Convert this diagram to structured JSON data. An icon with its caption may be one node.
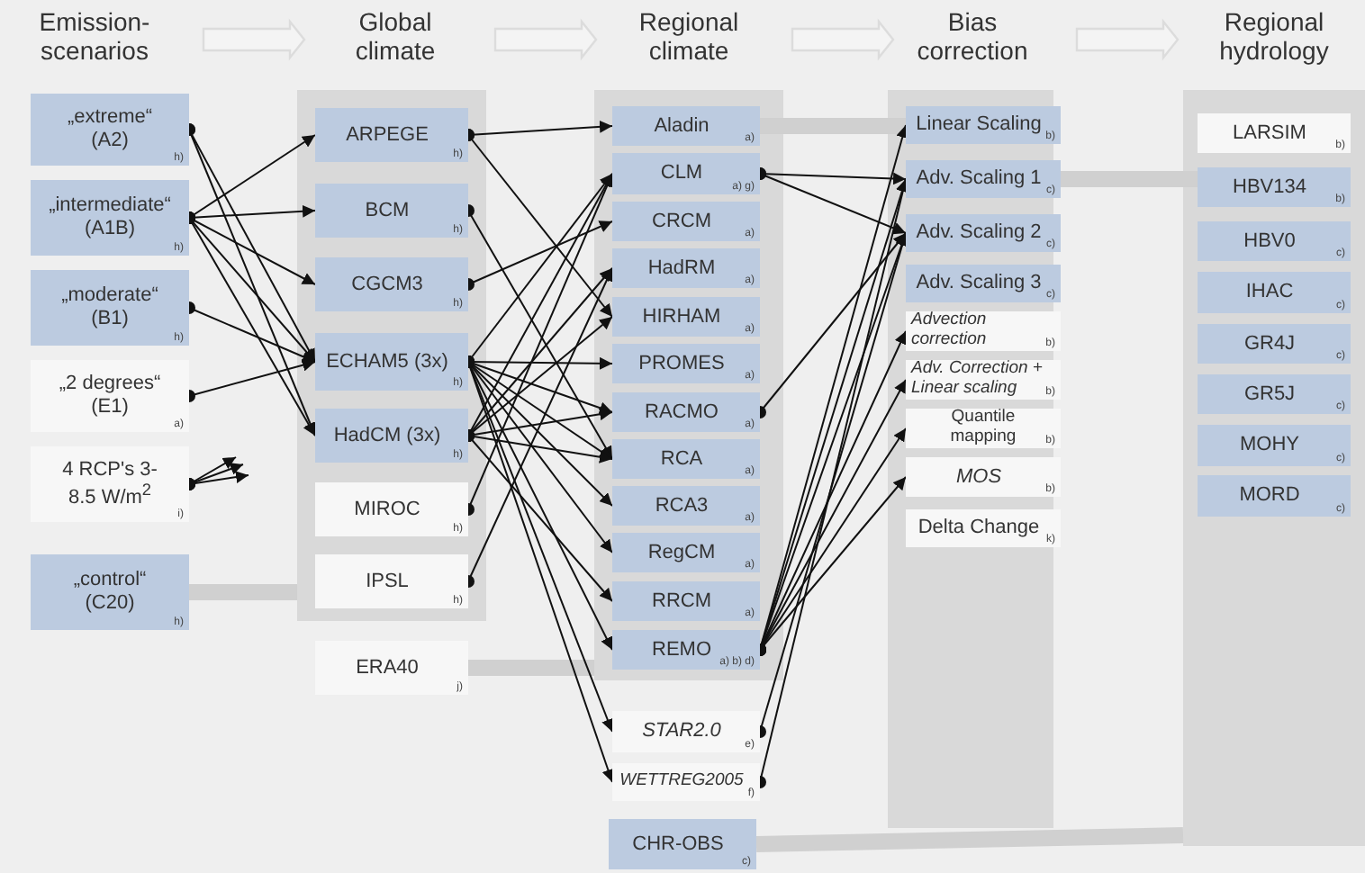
{
  "diagram": {
    "nodes": [
      {
        "text": [
          "„extreme“ (A2)",
          "h)"
        ]
      },
      {
        "text": [
          "„intermediate“ (A1B)",
          "h)"
        ]
      },
      {
        "text": [
          "„moderate“ (B1)",
          "h)"
        ]
      },
      {
        "text": [
          "„2 degrees“ (E1)",
          "a)"
        ]
      },
      {
        "text": [
          "4 RCP's 3-8.5 W/m$^{2}$",
          "i)"
        ]
      },
      {
        "text": [
          "„control“ (C20)",
          "h)"
        ]
      },
      {
        "text": [],
        "shape": "box"
      },
      {
        "text": [
          "ARPEGE",
          "h)"
        ],
        "in": 6
      },
      {
        "text": [
          "BCM",
          "h)"
        ],
        "in": 6
      },
      {
        "text": [
          "CGCM3",
          "h)"
        ],
        "in": 6
      },
      {
        "text": [
          "ECHAM5 (3x)",
          "h)"
        ],
        "in": 6
      },
      {
        "text": [
          "HadCM (3x)",
          "h)"
        ],
        "in": 6
      },
      {
        "text": [
          "MIROC",
          "h)"
        ],
        "in": 6
      },
      {
        "text": [
          "IPSL",
          "h)"
        ],
        "in": 6
      },
      {
        "text": [
          "ERA40",
          "j)"
        ]
      },
      {
        "text": [],
        "shape": "box"
      },
      {
        "text": [
          "Aladin",
          "a)"
        ],
        "in": 15
      },
      {
        "text": [
          "CLM",
          "a) g)"
        ],
        "in": 15
      },
      {
        "text": [
          "CRCM",
          "a)"
        ],
        "in": 15
      },
      {
        "text": [
          "HadRM",
          "a)"
        ],
        "in": 15
      },
      {
        "text": [
          "HIRHAM",
          "a)"
        ],
        "in": 15
      },
      {
        "text": [
          "PROMES",
          "a)"
        ],
        "in": 15
      },
      {
        "text": [
          "RACMO",
          "a)"
        ],
        "in": 15
      },
      {
        "text": [
          "RCA",
          "a)"
        ],
        "in": 15
      },
      {
        "text": [
          "RCA3",
          "a)"
        ],
        "in": 15
      },
      {
        "text": [
          "RegCM",
          "a)"
        ],
        "in": 15
      },
      {
        "text": [
          "RRCM",
          "a)"
        ],
        "in": 15
      },
      {
        "text": [
          "REMO",
          "a) b) d)"
        ],
        "in": 15
      },
      {
        "text": [
          "STAR2.0",
          "e)"
        ]
      },
      {
        "text": [
          "WETTREG2005",
          "f)"
        ]
      },
      {
        "text": [
          "CHR-OBS",
          "c)"
        ]
      },
      {
        "text": [],
        "shape": "box"
      },
      {
        "text": [
          "Linear Scaling",
          "b)"
        ],
        "in": 31
      },
      {
        "text": [
          "Adv. Scaling 1",
          "c)"
        ],
        "in": 31
      },
      {
        "text": [
          "Adv. Scaling 2",
          "c)"
        ],
        "in": 31
      },
      {
        "text": [
          "Adv. Scaling 3",
          "c)"
        ],
        "in": 31
      },
      {
        "text": [
          "Advection correction",
          "b)"
        ],
        "in": 31
      },
      {
        "text": [
          "Adv. Correction + Linear scaling",
          "b)"
        ],
        "in": 31
      },
      {
        "text": [
          "Quantile mapping",
          "b)"
        ],
        "in": 31
      },
      {
        "text": [
          "MOS",
          "b)"
        ],
        "in": 31
      },
      {
        "text": [
          "Delta Change",
          "k)"
        ],
        "in": 31
      },
      {
        "text": [],
        "shape": "box"
      },
      {
        "text": [
          "LARSIM",
          "b)"
        ],
        "in": 41
      },
      {
        "text": [
          "HBV134",
          "b)"
        ],
        "in": 41
      },
      {
        "text": [
          "HBV0",
          "c)"
        ],
        "in": 41
      },
      {
        "text": [
          "IHAC",
          "c)"
        ],
        "in": 41
      },
      {
        "text": [
          "GR4J",
          "c)"
        ],
        "in": 41
      },
      {
        "text": [
          "GR5J",
          "c)"
        ],
        "in": 41
      },
      {
        "text": [
          "MOHY",
          "c)"
        ],
        "in": 41
      },
      {
        "text": [
          "MORD",
          "c)"
        ],
        "in": 41
      }
    ],
    "edges": [
      {
        "from": 0,
        "to": 10,
        "arrow": "to"
      },
      {
        "from": 0,
        "to": 11,
        "arrow": "to"
      },
      {
        "from": 1,
        "to": 7,
        "arrow": "to"
      },
      {
        "from": 1,
        "to": 8,
        "arrow": "to"
      },
      {
        "from": 1,
        "to": 9,
        "arrow": "to"
      },
      {
        "from": 1,
        "to": 10,
        "arrow": "to"
      },
      {
        "from": 1,
        "to": 11,
        "arrow": "to"
      },
      {
        "from": 2,
        "to": 10,
        "arrow": "to"
      },
      {
        "from": 3,
        "to": 10,
        "arrow": "to"
      },
      {
        "from": 4,
        "to": null,
        "arrow": "to"
      },
      {
        "from": 4,
        "to": null,
        "arrow": "to"
      },
      {
        "from": 4,
        "to": null,
        "arrow": "to"
      },
      {
        "from": 5,
        "to": 6,
        "arrow": "none",
        "style": "thick",
        "color": "#d0d0d0"
      },
      {
        "from": 7,
        "to": 16,
        "arrow": "to"
      },
      {
        "from": 7,
        "to": 20,
        "arrow": "to"
      },
      {
        "from": 8,
        "to": 23,
        "arrow": "to"
      },
      {
        "from": 9,
        "to": 18,
        "arrow": "to"
      },
      {
        "from": 10,
        "to": 17,
        "arrow": "to"
      },
      {
        "from": 10,
        "to": 21,
        "arrow": "to"
      },
      {
        "from": 10,
        "to": 22,
        "arrow": "to"
      },
      {
        "from": 10,
        "to": 23,
        "arrow": "to"
      },
      {
        "from": 10,
        "to": 24,
        "arrow": "to"
      },
      {
        "from": 10,
        "to": 25,
        "arrow": "to"
      },
      {
        "from": 10,
        "to": 27,
        "arrow": "to"
      },
      {
        "from": 10,
        "to": 28,
        "arrow": "to"
      },
      {
        "from": 10,
        "to": 29,
        "arrow": "to"
      },
      {
        "from": 11,
        "to": 17,
        "arrow": "to"
      },
      {
        "from": 11,
        "to": 19,
        "arrow": "to"
      },
      {
        "from": 11,
        "to": 20,
        "arrow": "to"
      },
      {
        "from": 11,
        "to": 22,
        "arrow": "to"
      },
      {
        "from": 11,
        "to": 23,
        "arrow": "to"
      },
      {
        "from": 11,
        "to": 26,
        "arrow": "to"
      },
      {
        "from": 12,
        "to": 17,
        "arrow": "to"
      },
      {
        "from": 13,
        "to": 19,
        "arrow": "to"
      },
      {
        "from": 14,
        "to": 15,
        "arrow": "none",
        "style": "thick",
        "color": "#d0d0d0"
      },
      {
        "from": 16,
        "to": 32,
        "arrow": "none",
        "style": "thick",
        "color": "#d0d0d0"
      },
      {
        "from": 17,
        "to": 33,
        "arrow": "to"
      },
      {
        "from": 17,
        "to": 34,
        "arrow": "to"
      },
      {
        "from": 22,
        "to": 34,
        "arrow": "to"
      },
      {
        "from": 27,
        "to": 32,
        "arrow": "to"
      },
      {
        "from": 27,
        "to": 33,
        "arrow": "to"
      },
      {
        "from": 27,
        "to": 34,
        "arrow": "to"
      },
      {
        "from": 27,
        "to": 36,
        "arrow": "to"
      },
      {
        "from": 27,
        "to": 37,
        "arrow": "to"
      },
      {
        "from": 27,
        "to": 38,
        "arrow": "to"
      },
      {
        "from": 27,
        "to": 39,
        "arrow": "to"
      },
      {
        "from": 28,
        "to": 34,
        "arrow": "to"
      },
      {
        "from": 29,
        "to": 33,
        "arrow": "to"
      },
      {
        "from": 33,
        "to": 43,
        "arrow": "none",
        "style": "thick",
        "color": "#d0d0d0"
      },
      {
        "from": 30,
        "to": 41,
        "arrow": "none",
        "style": "thick",
        "color": "#d0d0d0"
      }
    ],
    "labels": [
      "Emission- scenarios",
      "Global climate",
      "Regional climate",
      "Bias correction",
      "Regional hydrology"
    ]
  }
}
